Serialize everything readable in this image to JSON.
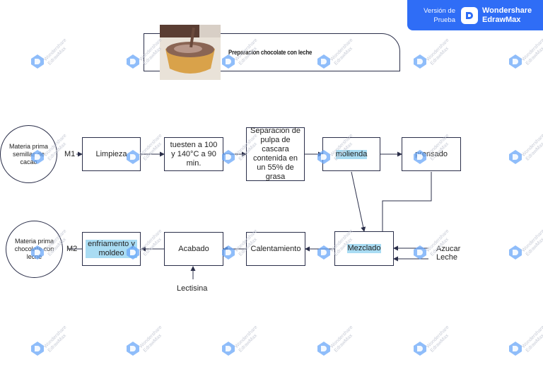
{
  "title": "Preparacion chocolate con leche",
  "badge": {
    "trial_line1": "Versión de",
    "trial_line2": "Prueba",
    "brand_line1": "Wondershare",
    "brand_line2": "EdrawMax",
    "color": "#2f6df6"
  },
  "watermark": {
    "line1": "Wondershare",
    "line2": "EdrawMax",
    "icon": "edrawmax-watermark-icon"
  },
  "nodes": {
    "input1": "Materia prima semillas de cacao",
    "limpieza": "Limpieza",
    "tuesten": "tuesten a 100 y 140°C a 90 min.",
    "separacion": "Separacion de pulpa de cascara contenida en un 55% de grasa",
    "molienda": "molienda",
    "prensado": "prensado",
    "input2": "Materia prima chocolate con leche",
    "enfriamento": "enfriamento y moldeo",
    "acabado": "Acabado",
    "calentamiento": "Calentamiento",
    "mezclado": "Mezclado"
  },
  "labels": {
    "m1": "M1",
    "m2": "M2",
    "lectisina": "Lectisina",
    "azucar": "Azucar",
    "leche": "Leche"
  },
  "colors": {
    "highlight": "#a9dcf3",
    "stroke": "#2b2f4a"
  }
}
